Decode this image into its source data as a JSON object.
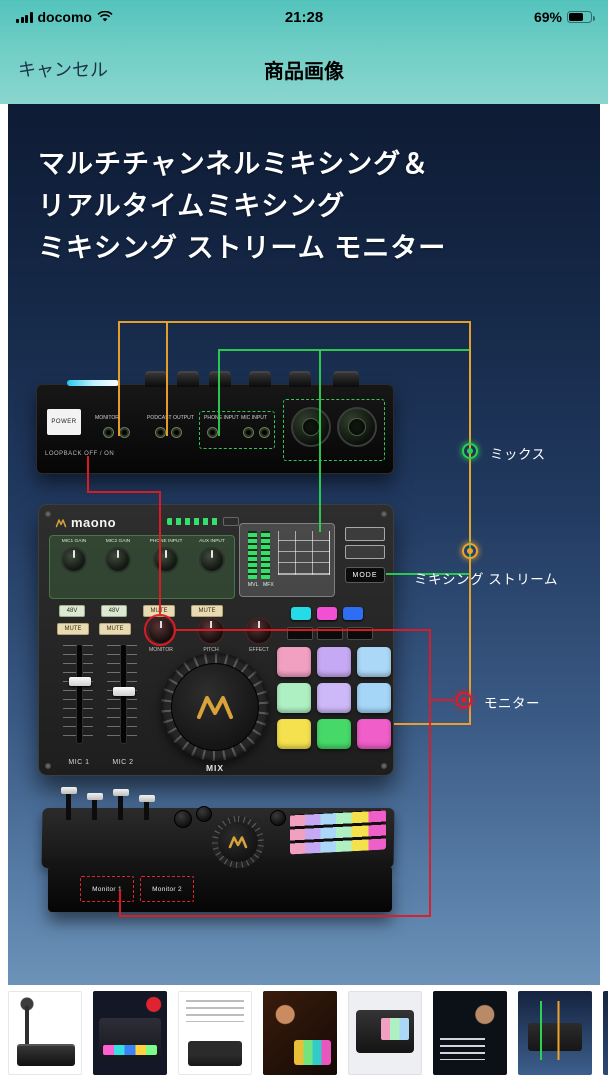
{
  "status_bar": {
    "carrier": "docomo",
    "time": "21:28",
    "battery_percent": "69%"
  },
  "nav_bar": {
    "cancel_label": "キャンセル",
    "title": "商品画像"
  },
  "hero": {
    "title_line1": "マルチチャンネルミキシング＆",
    "title_line2": "リアルタイムミキシング",
    "title_line3": "ミキシング ストリーム  モニター",
    "legend": {
      "mix": {
        "label": "ミックス",
        "color": "#2bd14f"
      },
      "stream": {
        "label": "ミキシング ストリーム",
        "color": "#f0a32a"
      },
      "monitor": {
        "label": "モニター",
        "color": "#e01b24"
      }
    },
    "back_panel": {
      "power_label": "POWER",
      "loopback_label": "LOOPBACK  OFF / ON",
      "port_groups": [
        "MONITOR",
        "PODCAST OUTPUT",
        "PHONE INPUT",
        "MIC INPUT"
      ]
    },
    "front_panel": {
      "brand": "maono",
      "knob_labels": [
        "MIC1 GAIN",
        "MIC2 GAIN",
        "PHONE INPUT",
        "AUX INPUT"
      ],
      "phantom_label": "48V",
      "mute_label": "MUTE",
      "fader_labels": [
        "MIC 1",
        "MIC 2"
      ],
      "small_knob_labels": [
        "MONITOR",
        "PITCH",
        "EFFECT"
      ],
      "jog_label": "MIX",
      "mode_label": "MODE",
      "meter_labels": [
        "MVL",
        "MFX"
      ]
    },
    "bottom_panel": {
      "monitor1": "Monitor 1",
      "monitor2": "Monitor 2"
    }
  },
  "colors": {
    "fx_buttons": [
      "#25dbe8",
      "#f14fd4",
      "#2e6ef2"
    ],
    "pads": [
      "#f2a0c2",
      "#c6a9f4",
      "#abd8f6",
      "#aef0c2",
      "#cdb9f8",
      "#a5d6f8",
      "#f5e14e",
      "#46d968",
      "#f05ec9"
    ],
    "accent_gold": "#d9a33a"
  }
}
